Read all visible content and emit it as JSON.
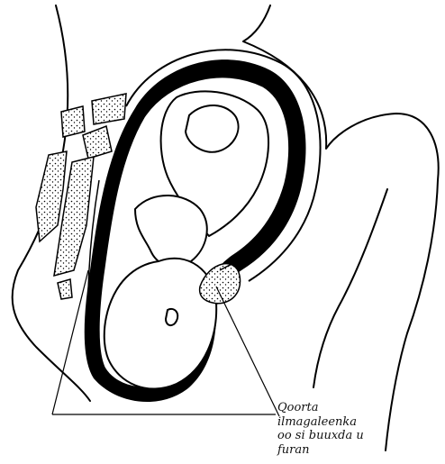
{
  "figure": {
    "annotation": {
      "lines": [
        "Qoorta",
        "ilmagaleenka",
        "oo si buuxda u",
        "furan"
      ]
    }
  }
}
